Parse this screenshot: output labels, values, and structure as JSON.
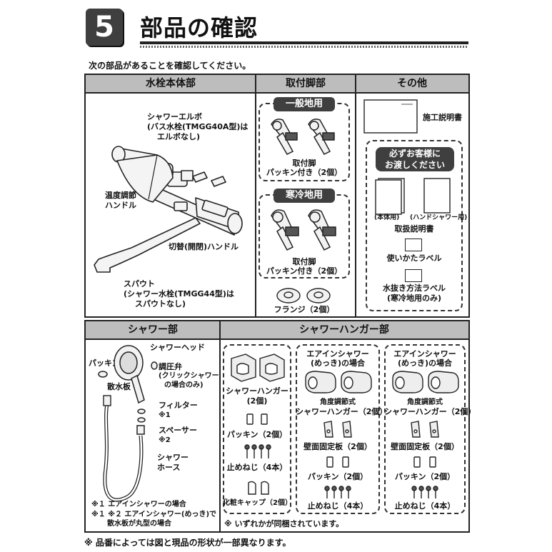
{
  "header": {
    "step_number": "5",
    "title": "部品の確認",
    "intro": "次の部品があることを確認してください。"
  },
  "columns": {
    "body": "水栓本体部",
    "legs": "取付脚部",
    "other": "その他",
    "shower": "シャワー部",
    "hanger": "シャワーハンガー部"
  },
  "body_section": {
    "shower_elbow": [
      "シャワーエルボ",
      "(バス水栓(TMGG40A型)は",
      "エルボなし)"
    ],
    "temp_handle": [
      "温度調節",
      "ハンドル"
    ],
    "switch_handle": "切替(開閉)ハンドル",
    "spout": [
      "スパウト",
      "(シャワー水栓(TMGG44型)は",
      "スパウトなし)"
    ]
  },
  "legs_section": {
    "general_title": "一般地用",
    "general_caption": [
      "取付脚",
      "パッキン付き（2個）"
    ],
    "cold_title": "寒冷地用",
    "cold_caption": [
      "取付脚",
      "パッキン付き（2個）"
    ],
    "flange": "フランジ（2個）"
  },
  "other_section": {
    "install_manual": "施工説明書",
    "deliver_title": [
      "必ずお客様に",
      "お渡しください"
    ],
    "main_unit_label": "(本体用)",
    "hand_shower_label": "(ハンドシャワー用)",
    "manual_caption": "取扱説明書",
    "usage_label": "使いかたラベル",
    "drain_label": [
      "水抜き方法ラベル",
      "(寒冷地用のみ)"
    ]
  },
  "shower_section": {
    "shower_head": "シャワーヘッド",
    "packing": "パッキン",
    "valve": [
      "調圧弁",
      "(クリックシャワー",
      "の場合のみ)"
    ],
    "spray_plate": "散水板",
    "filter": [
      "フィルター",
      "※1"
    ],
    "spacer": [
      "スペーサー",
      "※2"
    ],
    "hose": [
      "シャワー",
      "ホース"
    ],
    "note1": "※１ エアインシャワーの場合",
    "note2": [
      "※１ ※２ エアインシャワー(めっき)で",
      "散水板が丸型の場合"
    ]
  },
  "hanger_section": {
    "standard": {
      "hanger": [
        "シャワーハンガー",
        "(2個)"
      ],
      "packing": "パッキン（2個）",
      "screw": "止めねじ（4本）",
      "cap": "化粧キャップ（2個）"
    },
    "airin": {
      "title": [
        "エアインシャワー",
        "(めっき)の場合"
      ],
      "hanger": [
        "角度調節式",
        "シャワーハンガー（2個）"
      ],
      "plate": "壁面固定板（2個）",
      "packing": "パッキン（2個）",
      "screw": "止めねじ（4本）"
    },
    "airin2": {
      "title": [
        "エアインシャワー",
        "(めっき)の場合"
      ],
      "hanger": [
        "角度調節式",
        "シャワーハンガー（2個）"
      ],
      "plate": "壁面固定板（2個）",
      "packing": "パッキン（2個）",
      "screw": "止めねじ（4本）"
    },
    "bundle_note": "※ いずれかが同梱されています。"
  },
  "footer_note": "※ 品番によっては図と現品の形状が一部異なります。"
}
